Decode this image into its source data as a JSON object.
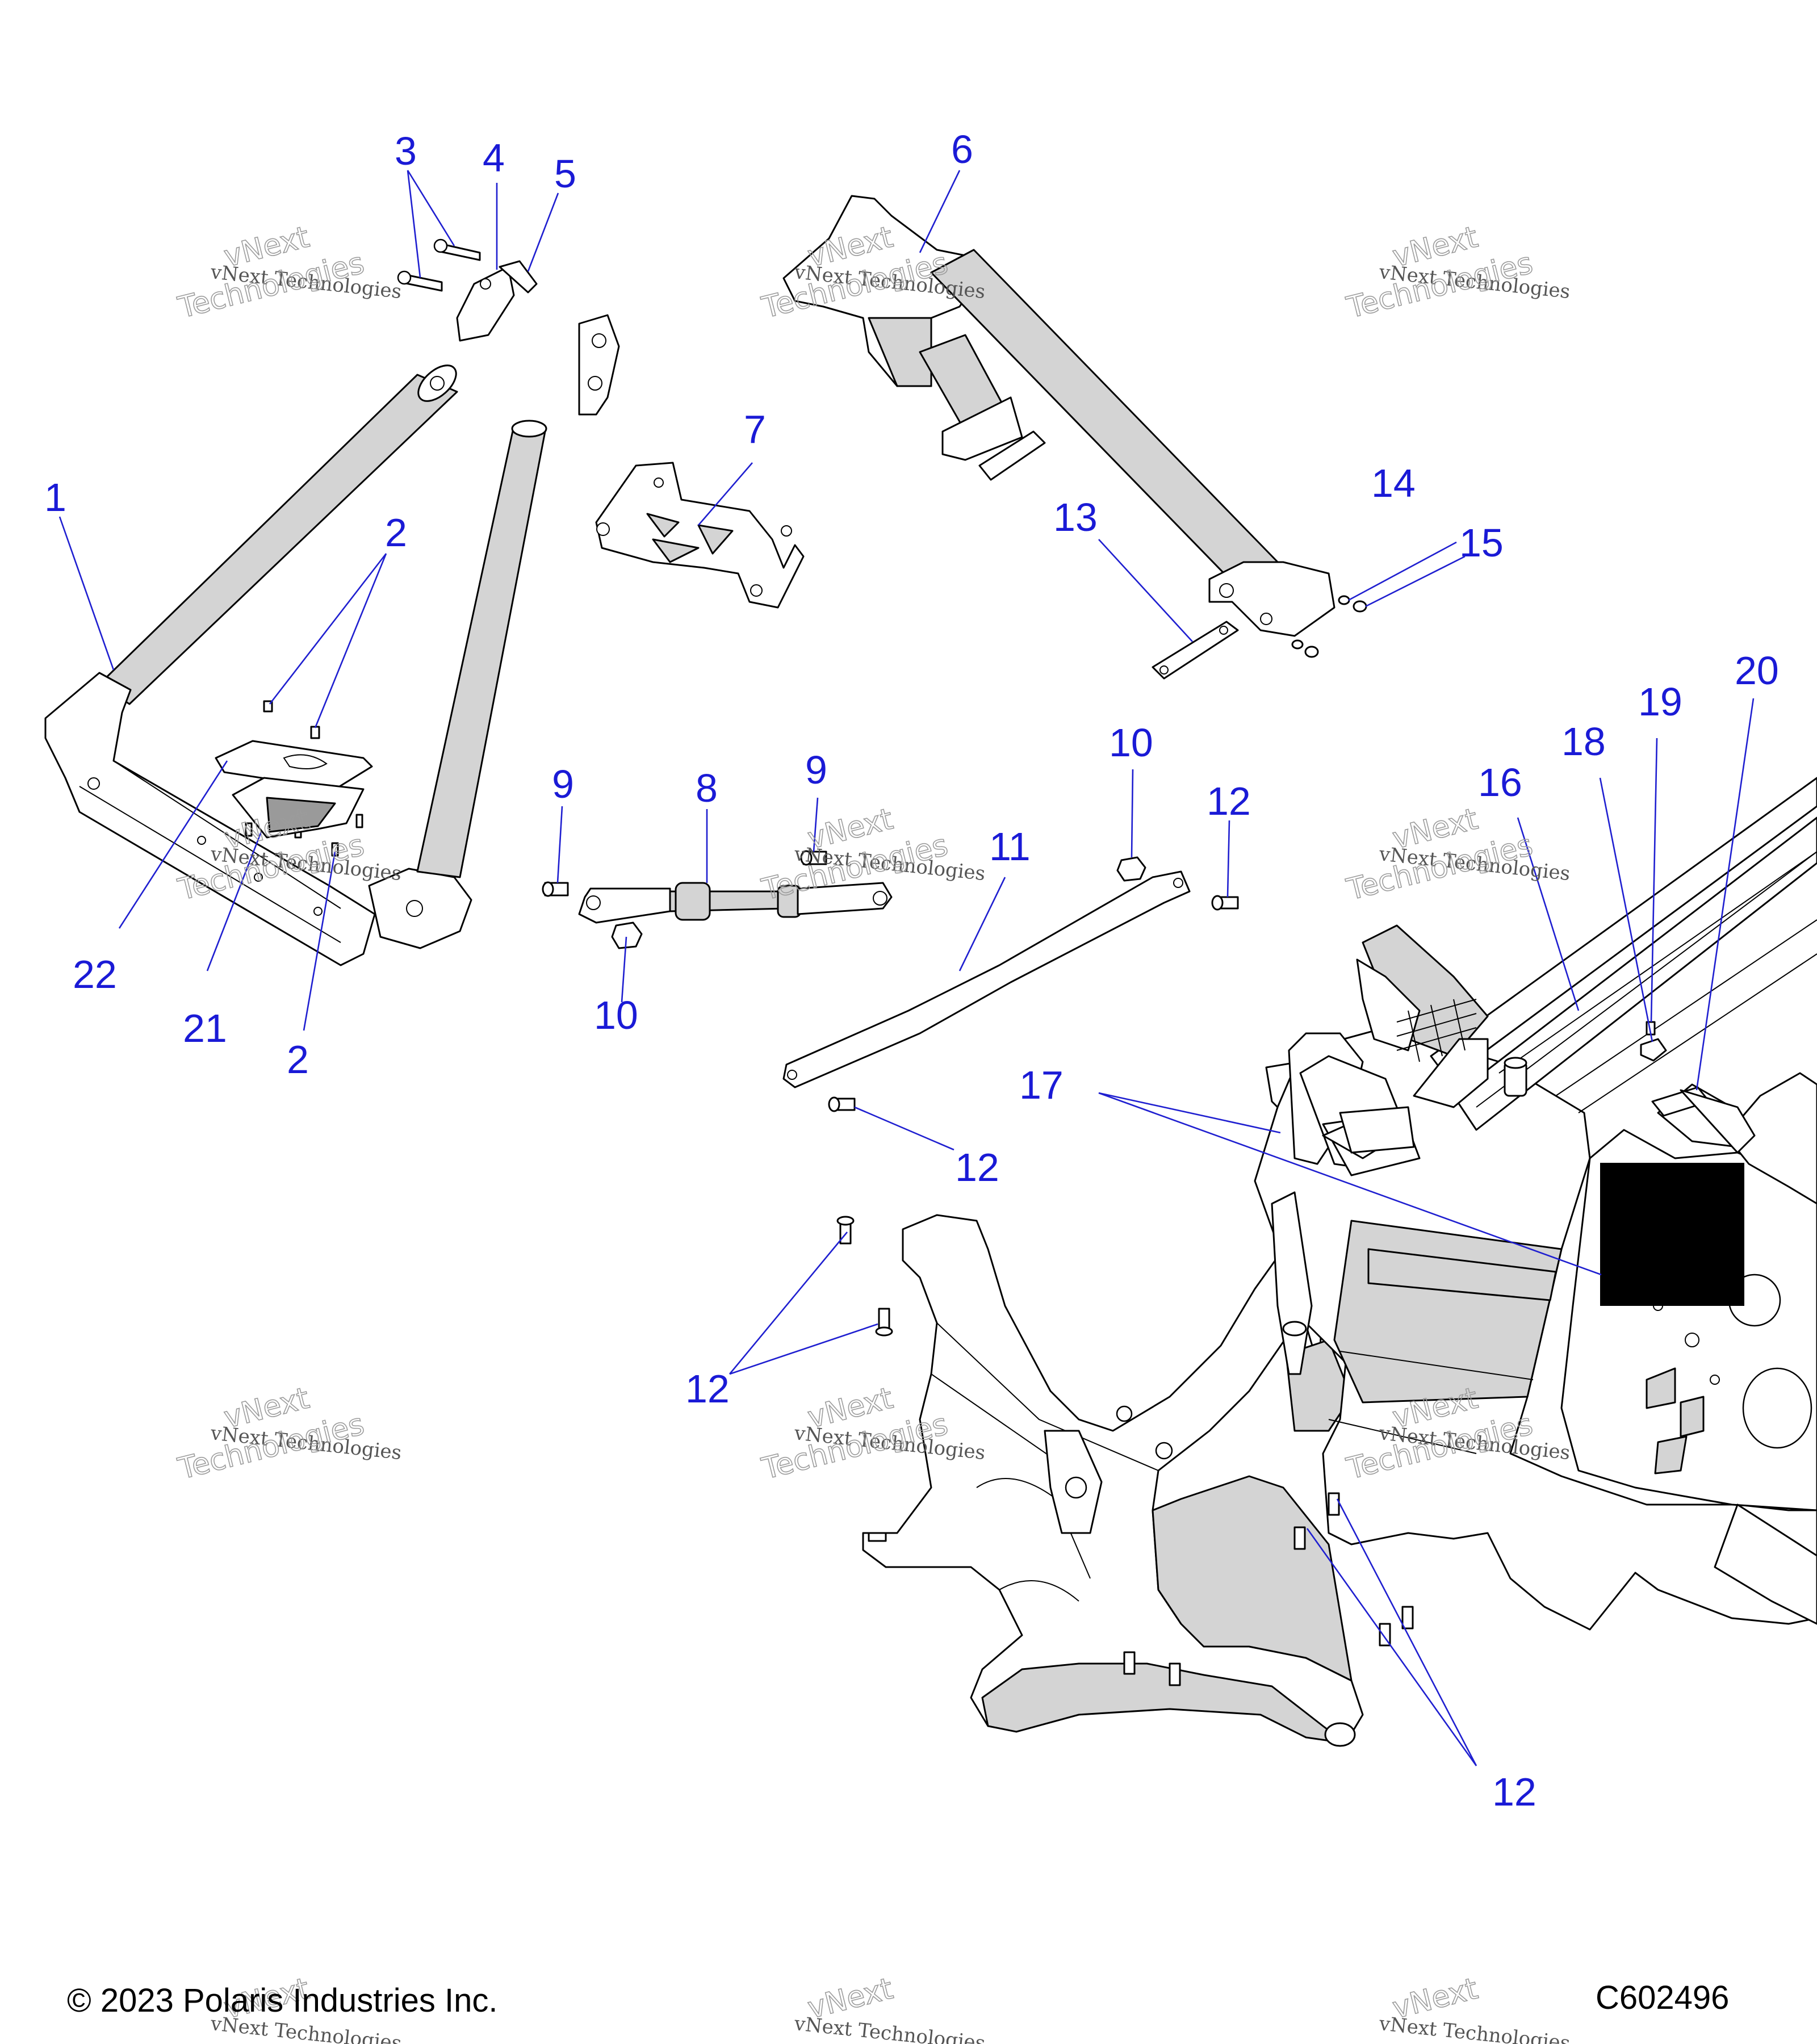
{
  "callouts": {
    "c1": "1",
    "c2a": "2",
    "c2b": "2",
    "c3": "3",
    "c4": "4",
    "c5": "5",
    "c6": "6",
    "c7": "7",
    "c8": "8",
    "c9a": "9",
    "c9b": "9",
    "c10a": "10",
    "c10b": "10",
    "c11": "11",
    "c12a": "12",
    "c12b": "12",
    "c12c": "12",
    "c12d": "12",
    "c13": "13",
    "c14": "14",
    "c15": "15",
    "c16": "16",
    "c17": "17",
    "c18": "18",
    "c19": "19",
    "c20": "20",
    "c21": "21",
    "c22": "22"
  },
  "watermark": {
    "line1": "vNext Technologies",
    "line2": "Technologies",
    "line3": "vNext"
  },
  "footer": {
    "copyright": "© 2023 Polaris Industries Inc.",
    "diagram_code": "C602496"
  }
}
